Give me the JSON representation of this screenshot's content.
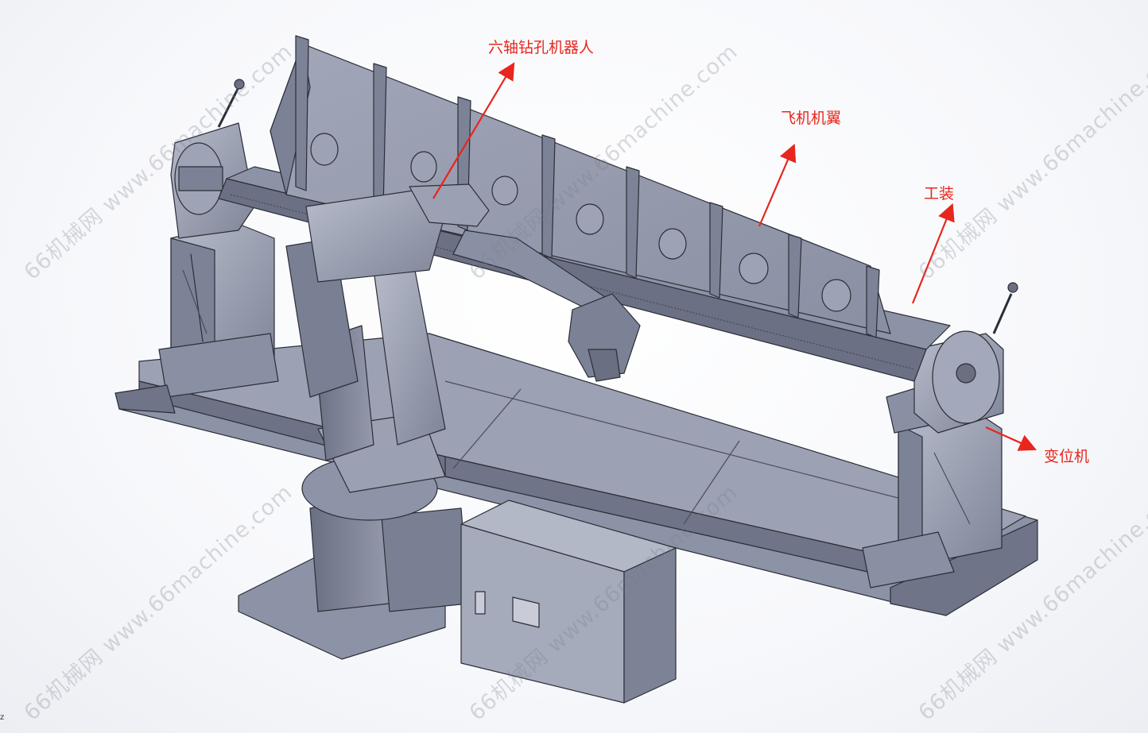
{
  "labels": {
    "robot": "六轴钻孔机器人",
    "wing": "飞机机翼",
    "fixture": "工装",
    "positioner": "变位机"
  },
  "watermark": "66机械网 www.66machine.com",
  "corner_mark": "z",
  "colors": {
    "label": "#e8261d",
    "metal": "#8e94a8",
    "metal_dark": "#5c6173",
    "metal_light": "#c3c7d4",
    "edge": "#2b2e38"
  }
}
